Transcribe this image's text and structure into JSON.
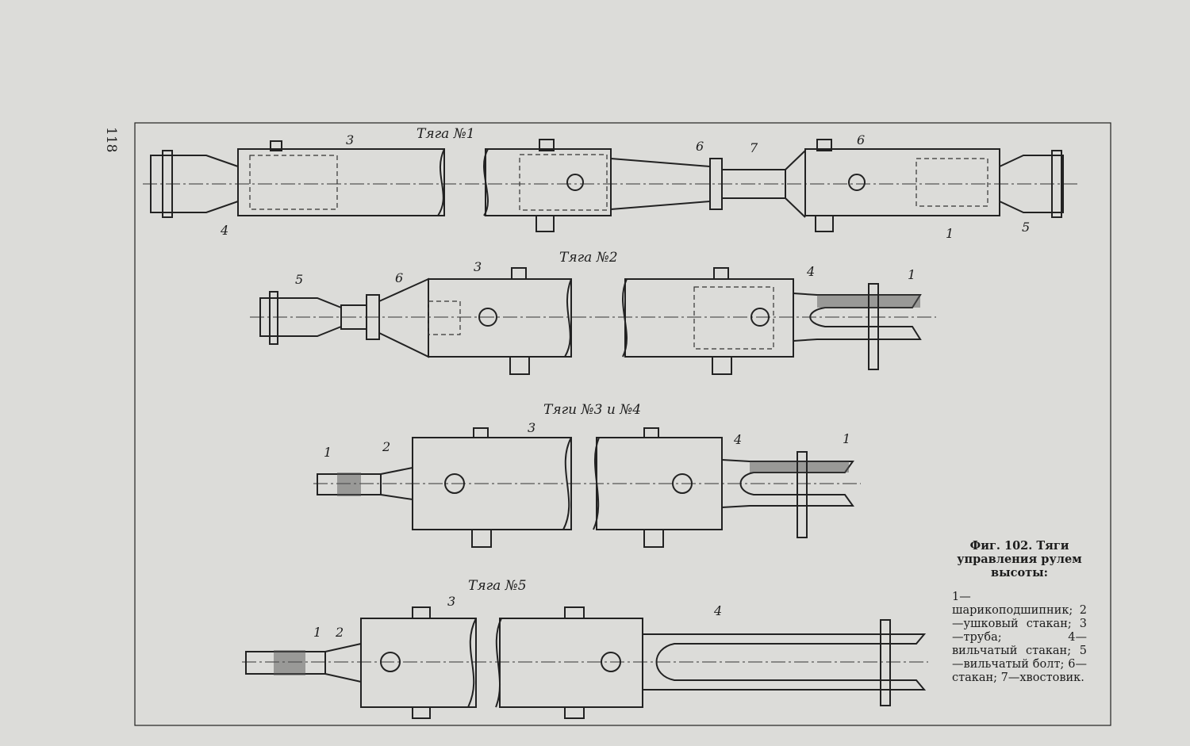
{
  "page_number": "118",
  "figure": {
    "caption_title": "Фиг. 102. Тяги управления рулем высоты:",
    "legend": "1—шарикоподшипник; 2—ушковый стакан; 3—труба; 4—вильчатый стакан; 5—вильчатый болт; 6—стакан; 7—хвостовик."
  },
  "rods": [
    {
      "title": "Тяга №1",
      "labels": [
        "3",
        "6",
        "7",
        "6",
        "4",
        "1",
        "5"
      ]
    },
    {
      "title": "Тяга №2",
      "labels": [
        "5",
        "6",
        "3",
        "4",
        "1"
      ]
    },
    {
      "title": "Тяги №3 и №4",
      "labels": [
        "1",
        "2",
        "3",
        "4",
        "1"
      ]
    },
    {
      "title": "Тяга №5",
      "labels": [
        "1",
        "2",
        "3",
        "4"
      ]
    }
  ]
}
